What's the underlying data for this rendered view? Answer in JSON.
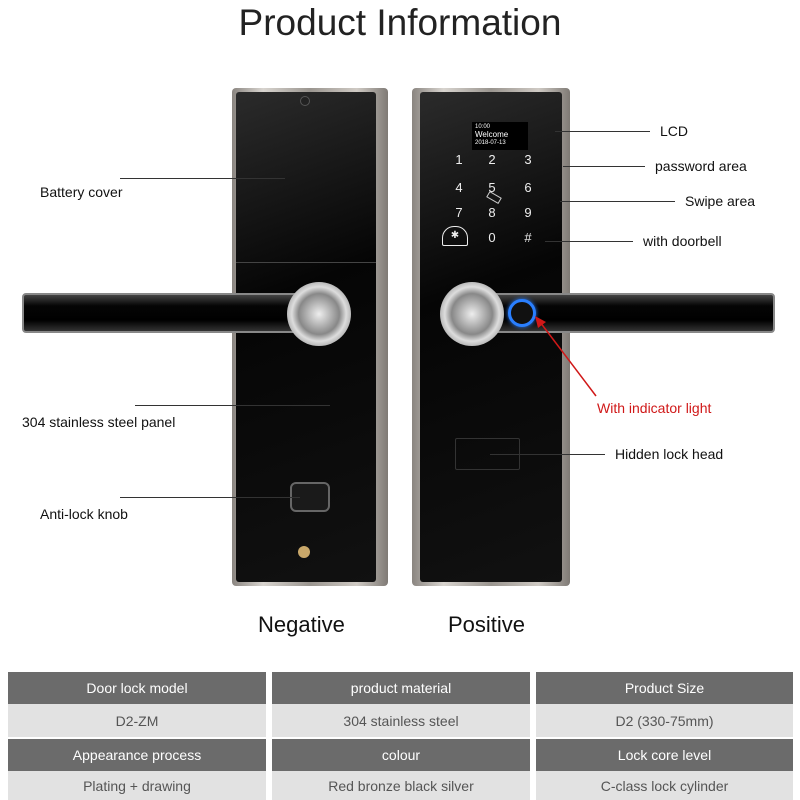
{
  "title": "Product Information",
  "lcd": {
    "time": "10:00",
    "welcome": "Welcome",
    "date": "2018-07-13"
  },
  "keypad": [
    "1",
    "2",
    "3",
    "4",
    "5",
    "6",
    "7",
    "8",
    "9",
    "0",
    "#"
  ],
  "labels": {
    "battery_cover": "Battery cover",
    "panel": "304 stainless steel panel",
    "anti_lock": "Anti-lock knob",
    "lcd": "LCD",
    "password": "password area",
    "swipe": "Swipe area",
    "doorbell": "with doorbell",
    "indicator": "With indicator light",
    "hidden_head": "Hidden lock head"
  },
  "captions": {
    "negative": "Negative",
    "positive": "Positive"
  },
  "colors": {
    "indicator": "#d01818",
    "fingerprint": "#2a7fff",
    "header": "#6b6b6b",
    "value_bg": "#e2e2e2"
  },
  "table": {
    "row1": {
      "headers": [
        "Door lock model",
        "product material",
        "Product Size"
      ],
      "values": [
        "D2-ZM",
        "304 stainless steel",
        "D2 (330-75mm)"
      ]
    },
    "row2": {
      "headers": [
        "Appearance process",
        "colour",
        "Lock core level"
      ],
      "values": [
        "Plating + drawing",
        "Red bronze black silver",
        "C-class lock cylinder"
      ]
    }
  }
}
